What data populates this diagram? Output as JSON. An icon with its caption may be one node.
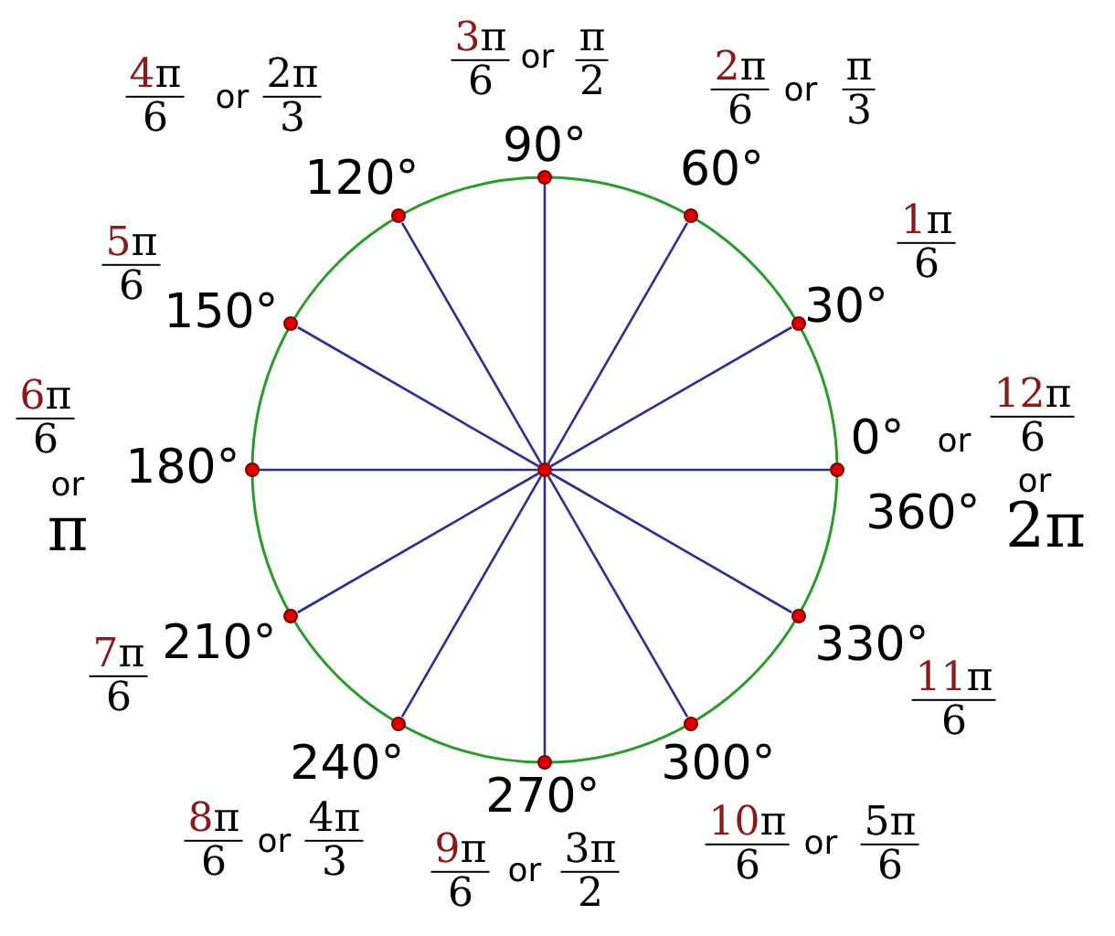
{
  "diagram": {
    "nodes": [
      {
        "text": [],
        "shape": "circle"
      },
      {
        "text": [],
        "shape": "circle",
        "beside": [
          "0°",
          "or",
          "12π",
          "6",
          "or",
          "360°",
          "2π"
        ]
      },
      {
        "text": [],
        "shape": "circle",
        "beside": [
          "30°",
          "1π",
          "6"
        ]
      },
      {
        "text": [],
        "shape": "circle",
        "beside": [
          "60°",
          "2π",
          "6",
          "or",
          "π",
          "3"
        ]
      },
      {
        "text": [],
        "shape": "circle",
        "beside": [
          "90°",
          "3π",
          "6",
          "or",
          "π",
          "2"
        ]
      },
      {
        "text": [],
        "shape": "circle",
        "beside": [
          "120°",
          "4π",
          "6",
          "or",
          "2π",
          "3"
        ]
      },
      {
        "text": [],
        "shape": "circle",
        "beside": [
          "150°",
          "5π",
          "6"
        ]
      },
      {
        "text": [],
        "shape": "circle",
        "beside": [
          "6π",
          "6",
          "or",
          "π",
          "180°"
        ]
      },
      {
        "text": [],
        "shape": "circle",
        "beside": [
          "210°",
          "7π",
          "6"
        ]
      },
      {
        "text": [],
        "shape": "circle",
        "beside": [
          "240°",
          "8π",
          "6",
          "or",
          "4π",
          "3"
        ]
      },
      {
        "text": [],
        "shape": "circle",
        "beside": [
          "270°",
          "9π",
          "6",
          "or",
          "3π",
          "2"
        ]
      },
      {
        "text": [],
        "shape": "circle",
        "beside": [
          "300°",
          "10π",
          "6",
          "or",
          "5π",
          "6"
        ]
      },
      {
        "text": [],
        "shape": "circle",
        "beside": [
          "330°",
          "11π",
          "6"
        ]
      }
    ],
    "edges": [
      {
        "from": 0,
        "to": 1,
        "arrow": "none"
      },
      {
        "from": 0,
        "to": 2,
        "arrow": "none"
      },
      {
        "from": 0,
        "to": 3,
        "arrow": "none"
      },
      {
        "from": 0,
        "to": 4,
        "arrow": "none"
      },
      {
        "from": 0,
        "to": 5,
        "arrow": "none"
      },
      {
        "from": 0,
        "to": 6,
        "arrow": "none"
      },
      {
        "from": 0,
        "to": 7,
        "arrow": "none"
      },
      {
        "from": 0,
        "to": 8,
        "arrow": "none"
      },
      {
        "from": 0,
        "to": 9,
        "arrow": "none"
      },
      {
        "from": 0,
        "to": 10,
        "arrow": "none"
      },
      {
        "from": 0,
        "to": 11,
        "arrow": "none"
      },
      {
        "from": 0,
        "to": 12,
        "arrow": "none"
      }
    ]
  }
}
